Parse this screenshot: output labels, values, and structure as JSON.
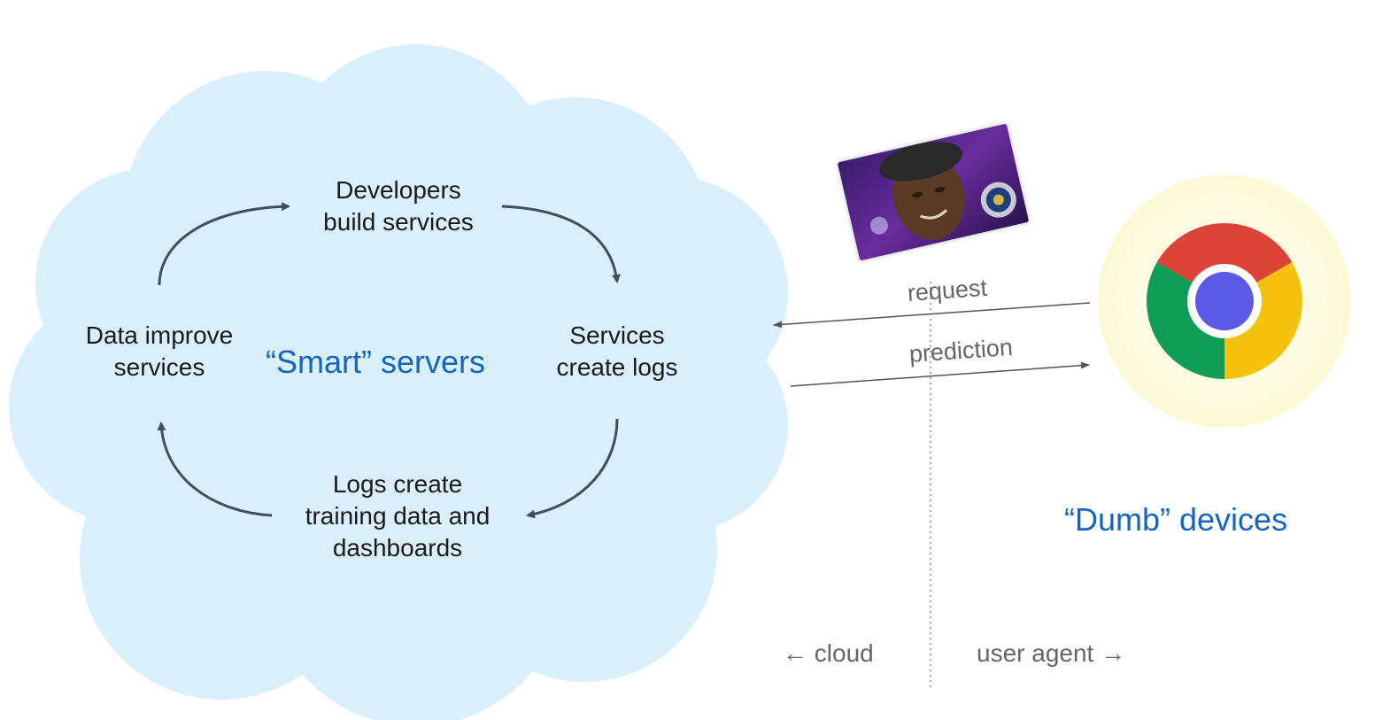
{
  "cycle": {
    "top": [
      "Developers",
      "build services"
    ],
    "right": [
      "Services",
      "create logs"
    ],
    "bottom": [
      "Logs create",
      "training data and",
      "dashboards"
    ],
    "left": [
      "Data improve",
      "services"
    ]
  },
  "cloud_label": "“Smart” servers",
  "devices_label": "“Dumb” devices",
  "request_label": "request",
  "prediction_label": "prediction",
  "cloud_side_label": "← cloud",
  "agent_side_label": "user agent →",
  "icons": {
    "photo": "surveillance-photo-icon",
    "browser": "chrome-browser-icon"
  },
  "colors": {
    "cloud_fill": "#d9effb",
    "arrow": "#3d4f60",
    "highlight_text": "#1565c0",
    "device_glow": "#fdfbe0"
  }
}
